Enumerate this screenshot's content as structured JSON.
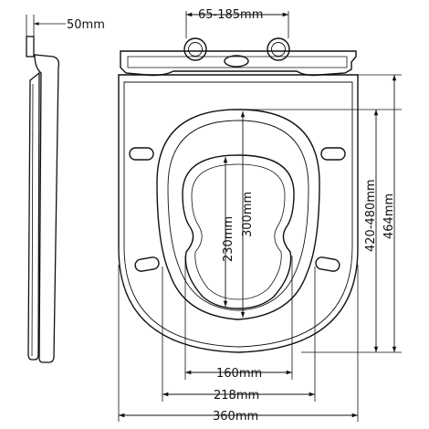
{
  "dimensions": {
    "thickness": "50mm",
    "hinge_span": "65-185mm",
    "inner_width": "160mm",
    "opening_width": "218mm",
    "total_width": "360mm",
    "inner_length": "230mm",
    "opening_length": "300mm",
    "fixing_range": "420-480mm",
    "total_length": "464mm"
  }
}
